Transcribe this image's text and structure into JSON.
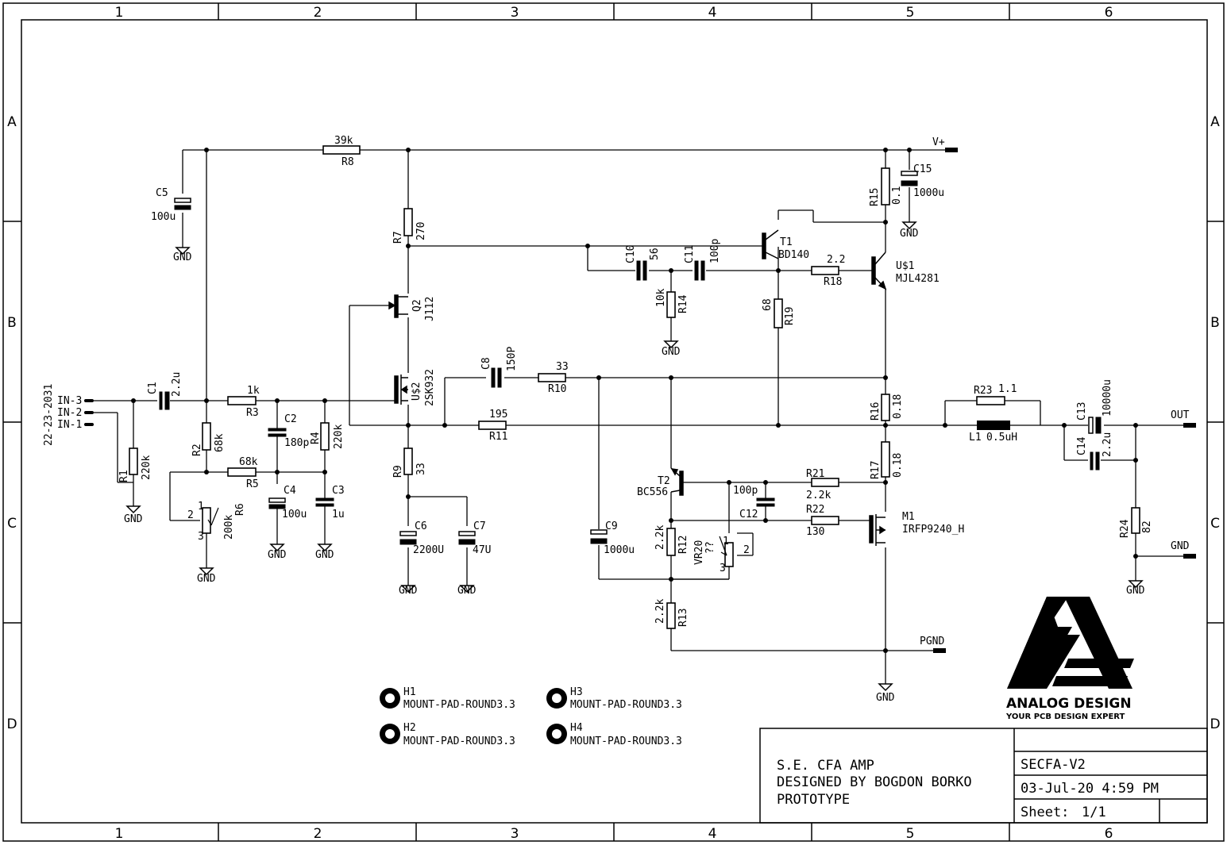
{
  "frame": {
    "columns": [
      "1",
      "2",
      "3",
      "4",
      "5",
      "6"
    ],
    "rows": [
      "A",
      "B",
      "C",
      "D"
    ]
  },
  "title_block": {
    "line1": "S.E. CFA AMP",
    "line2": "DESIGNED BY BOGDON BORKO",
    "line3": "PROTOTYPE",
    "drawing_name": "SECFA-V2",
    "date": "03-Jul-20 4:59 PM",
    "sheet_label": "Sheet:",
    "sheet_value": "1/1"
  },
  "logo": {
    "name": "ANALOG DESIGN",
    "tagline": "YOUR PCB DESIGN EXPERT"
  },
  "connectors": {
    "part": "22-23-2031",
    "in3": "IN-3",
    "in2": "IN-2",
    "in1": "IN-1",
    "vplus": "V+",
    "out": "OUT",
    "gnd_out": "GND",
    "pgnd": "PGND"
  },
  "gnd_label": "GND",
  "components": {
    "C1": {
      "ref": "C1",
      "val": "2.2u"
    },
    "C2": {
      "ref": "C2",
      "val": "180p"
    },
    "C3": {
      "ref": "C3",
      "val": "1u"
    },
    "C4": {
      "ref": "C4",
      "val": "100u"
    },
    "C5": {
      "ref": "C5",
      "val": "100u"
    },
    "C6": {
      "ref": "C6",
      "val": "2200U"
    },
    "C7": {
      "ref": "C7",
      "val": "47U"
    },
    "C8": {
      "ref": "C8",
      "val": "150P"
    },
    "C9": {
      "ref": "C9",
      "val": "1000u"
    },
    "C10": {
      "ref": "C10",
      "val": "56"
    },
    "C11": {
      "ref": "C11",
      "val": "100p"
    },
    "C12": {
      "ref": "C12",
      "val": "100p"
    },
    "C13": {
      "ref": "C13",
      "val": "10000u"
    },
    "C14": {
      "ref": "C14",
      "val": "2.2u"
    },
    "C15": {
      "ref": "C15",
      "val": "1000u"
    },
    "R1": {
      "ref": "R1",
      "val": "220k"
    },
    "R2": {
      "ref": "R2",
      "val": "68k"
    },
    "R3": {
      "ref": "R3",
      "val": "1k"
    },
    "R4": {
      "ref": "R4",
      "val": "220k"
    },
    "R5": {
      "ref": "R5",
      "val": "68k"
    },
    "R6": {
      "ref": "R6",
      "val": "200k"
    },
    "R7": {
      "ref": "R7",
      "val": "270"
    },
    "R8": {
      "ref": "R8",
      "val": "39k"
    },
    "R9": {
      "ref": "R9",
      "val": "33"
    },
    "R10": {
      "ref": "R10",
      "val": "33"
    },
    "R11": {
      "ref": "R11",
      "val": "195"
    },
    "R12": {
      "ref": "R12",
      "val": "2.2k"
    },
    "R13": {
      "ref": "R13",
      "val": "2.2k"
    },
    "R14": {
      "ref": "R14",
      "val": "10k"
    },
    "R15": {
      "ref": "R15",
      "val": "0.1"
    },
    "R16": {
      "ref": "R16",
      "val": "0.18"
    },
    "R17": {
      "ref": "R17",
      "val": "0.18"
    },
    "R18": {
      "ref": "R18",
      "val": "2.2"
    },
    "R19": {
      "ref": "R19",
      "val": "68"
    },
    "R21": {
      "ref": "R21",
      "val": "2.2k"
    },
    "R22": {
      "ref": "R22",
      "val": "130"
    },
    "R23": {
      "ref": "R23",
      "val": "1.1"
    },
    "R24": {
      "ref": "R24",
      "val": "82"
    },
    "VR20": {
      "ref": "VR20",
      "val": "??"
    },
    "L1": {
      "ref": "L1",
      "val": "0.5uH"
    },
    "Q2": {
      "ref": "Q2",
      "val": "J112"
    },
    "U2": {
      "ref": "U$2",
      "val": "2SK932"
    },
    "T1": {
      "ref": "T1",
      "val": "BD140"
    },
    "T2": {
      "ref": "T2",
      "val": "BC556"
    },
    "U1": {
      "ref": "U$1",
      "val": "MJL4281"
    },
    "M1": {
      "ref": "M1",
      "val": "IRFP9240_H"
    },
    "H1": {
      "ref": "H1",
      "val": "MOUNT-PAD-ROUND3.3"
    },
    "H2": {
      "ref": "H2",
      "val": "MOUNT-PAD-ROUND3.3"
    },
    "H3": {
      "ref": "H3",
      "val": "MOUNT-PAD-ROUND3.3"
    },
    "H4": {
      "ref": "H4",
      "val": "MOUNT-PAD-ROUND3.3"
    }
  },
  "pin_numbers": {
    "p1": "1",
    "p2": "2",
    "p3": "3"
  }
}
